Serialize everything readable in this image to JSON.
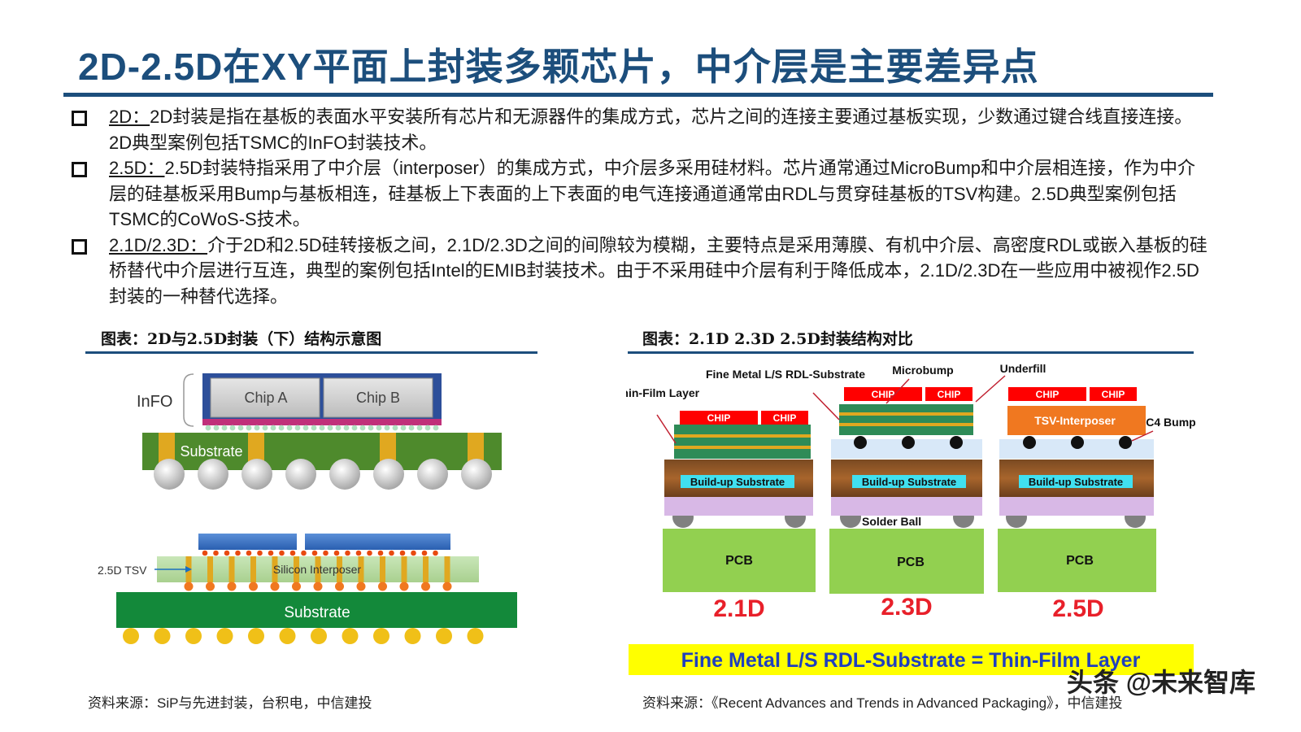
{
  "title": "2D-2.5D在XY平面上封装多颗芯片，中介层是主要差异点",
  "bullets": [
    {
      "head": "2D：",
      "text": "2D封装是指在基板的表面水平安装所有芯片和无源器件的集成方式，芯片之间的连接主要通过基板实现，少数通过键合线直接连接。2D典型案例包括TSMC的InFO封装技术。"
    },
    {
      "head": "2.5D：",
      "text": "2.5D封装特指采用了中介层（interposer）的集成方式，中介层多采用硅材料。芯片通常通过MicroBump和中介层相连接，作为中介层的硅基板采用Bump与基板相连，硅基板上下表面的上下表面的电气连接通道通常由RDL与贯穿硅基板的TSV构建。2.5D典型案例包括TSMC的CoWoS-S技术。"
    },
    {
      "head": "2.1D/2.3D：",
      "text": "介于2D和2.5D硅转接板之间，2.1D/2.3D之间的间隙较为模糊，主要特点是采用薄膜、有机中介层、高密度RDL或嵌入基板的硅桥替代中介层进行互连，典型的案例包括Intel的EMIB封装技术。由于不采用硅中介层有利于降低成本，2.1D/2.3D在一些应用中被视作2.5D封装的一种替代选择。"
    }
  ],
  "left_figure": {
    "caption": "图表：2D与2.5D封装（下）结构示意图",
    "info_label": "InFO",
    "chip_a": "Chip A",
    "chip_b": "Chip B",
    "substrate_top": "Substrate",
    "tsv_label": "2.5D TSV",
    "interposer": "Silicon Interposer",
    "substrate_bottom": "Substrate",
    "source": "资料来源：SiP与先进封装，台积电，中信建投"
  },
  "right_figure": {
    "caption": "图表：2.1D 2.3D 2.5D封装结构对比",
    "thin_film": "Thin-Film Layer",
    "fine_metal": "Fine Metal L/S RDL-Substrate",
    "microbump": "Microbump",
    "underfill": "Underfill",
    "chip": "CHIP",
    "tsv_interposer": "TSV-Interposer",
    "c4_bump": "C4 Bump",
    "buildup": "Build-up Substrate",
    "solder_ball": "Solder Ball",
    "pcb": "PCB",
    "labels": [
      "2.1D",
      "2.3D",
      "2.5D"
    ],
    "banner": "Fine Metal L/S RDL-Substrate = Thin-Film Layer",
    "source": "资料来源：《Recent Advances and Trends in Advanced Packaging》，中信建投"
  },
  "watermark": "头条 @未来智库",
  "colors": {
    "title": "#1c4e7c",
    "substrate": "#4e8a2c",
    "pcb": "#92d050",
    "chip_red": "#ff0000",
    "label_red": "#e8202a",
    "banner": "#ffff00",
    "banner_text": "#1f3fbf"
  }
}
